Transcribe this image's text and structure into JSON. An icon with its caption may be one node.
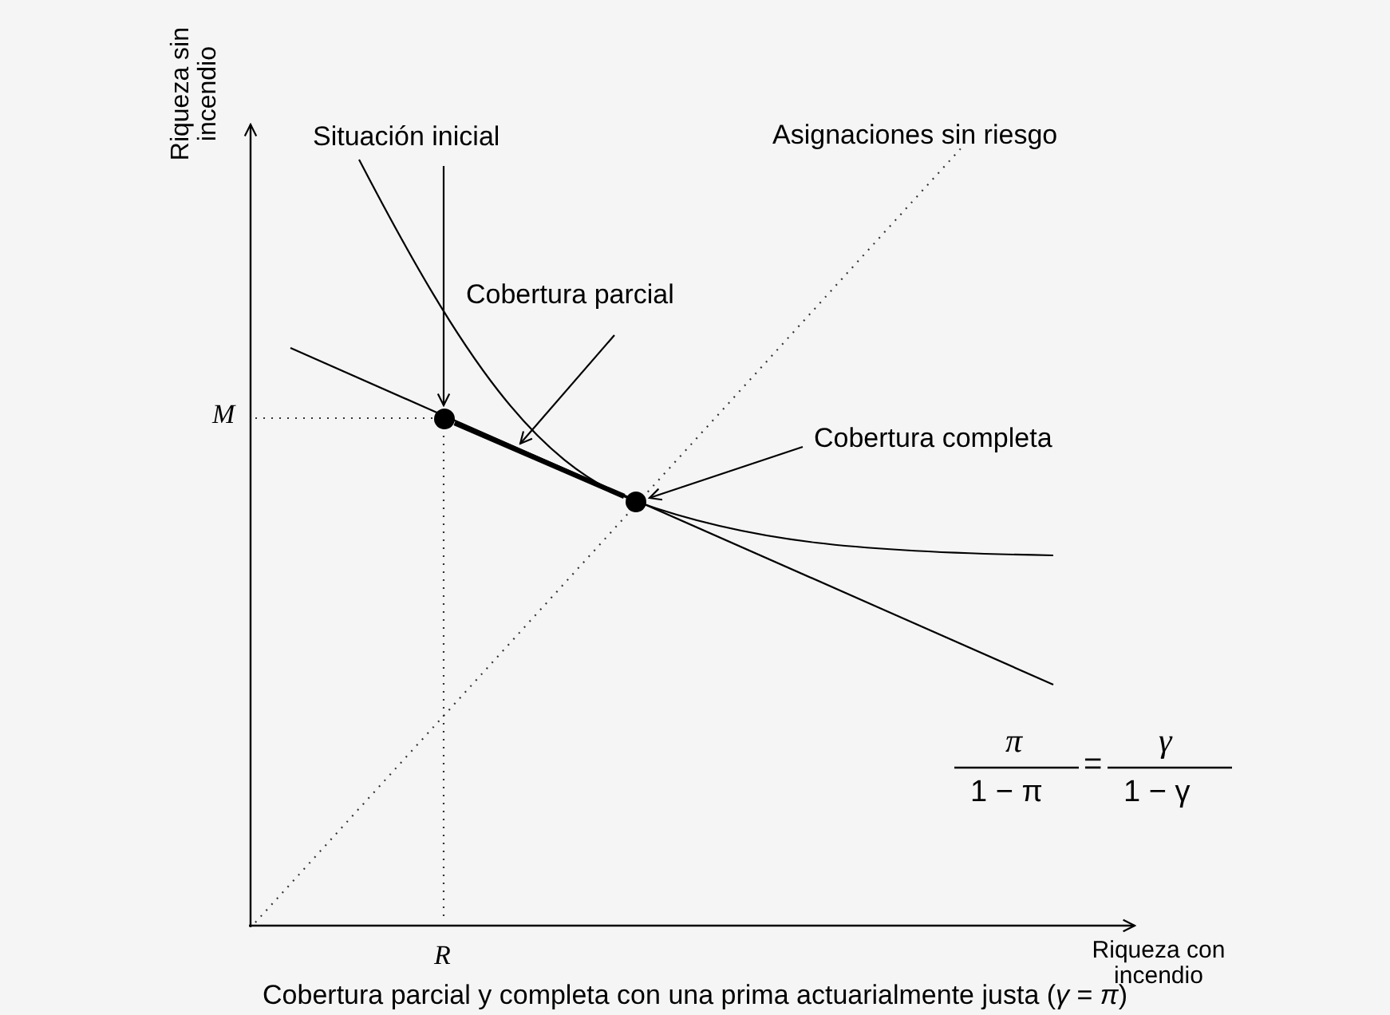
{
  "diagram": {
    "caption": "Cobertura parcial y completa con una prima actuarialmente justa (*γ* = *π*)",
    "nodes": [
      {
        "text": [
          "Situación inicial"
        ]
      },
      {
        "text": [],
        "shape": "circle"
      },
      {
        "text": [
          "Cobertura parcial"
        ]
      },
      {
        "text": [],
        "shape": "line"
      },
      {
        "text": [
          "Cobertura completa"
        ]
      },
      {
        "text": [],
        "shape": "circle"
      }
    ],
    "edges": [
      {
        "from": 0,
        "to": 1,
        "arrow": "to"
      },
      {
        "from": 2,
        "to": 3,
        "arrow": "to"
      },
      {
        "from": 4,
        "to": 5,
        "arrow": "to"
      }
    ],
    "labels": [
      "Riqueza sin incendio",
      "Asignaciones sin riesgo",
      "M",
      "π",
      "1 − π",
      "=",
      "γ",
      "1 − γ",
      "R",
      "Riqueza con incendio"
    ]
  }
}
